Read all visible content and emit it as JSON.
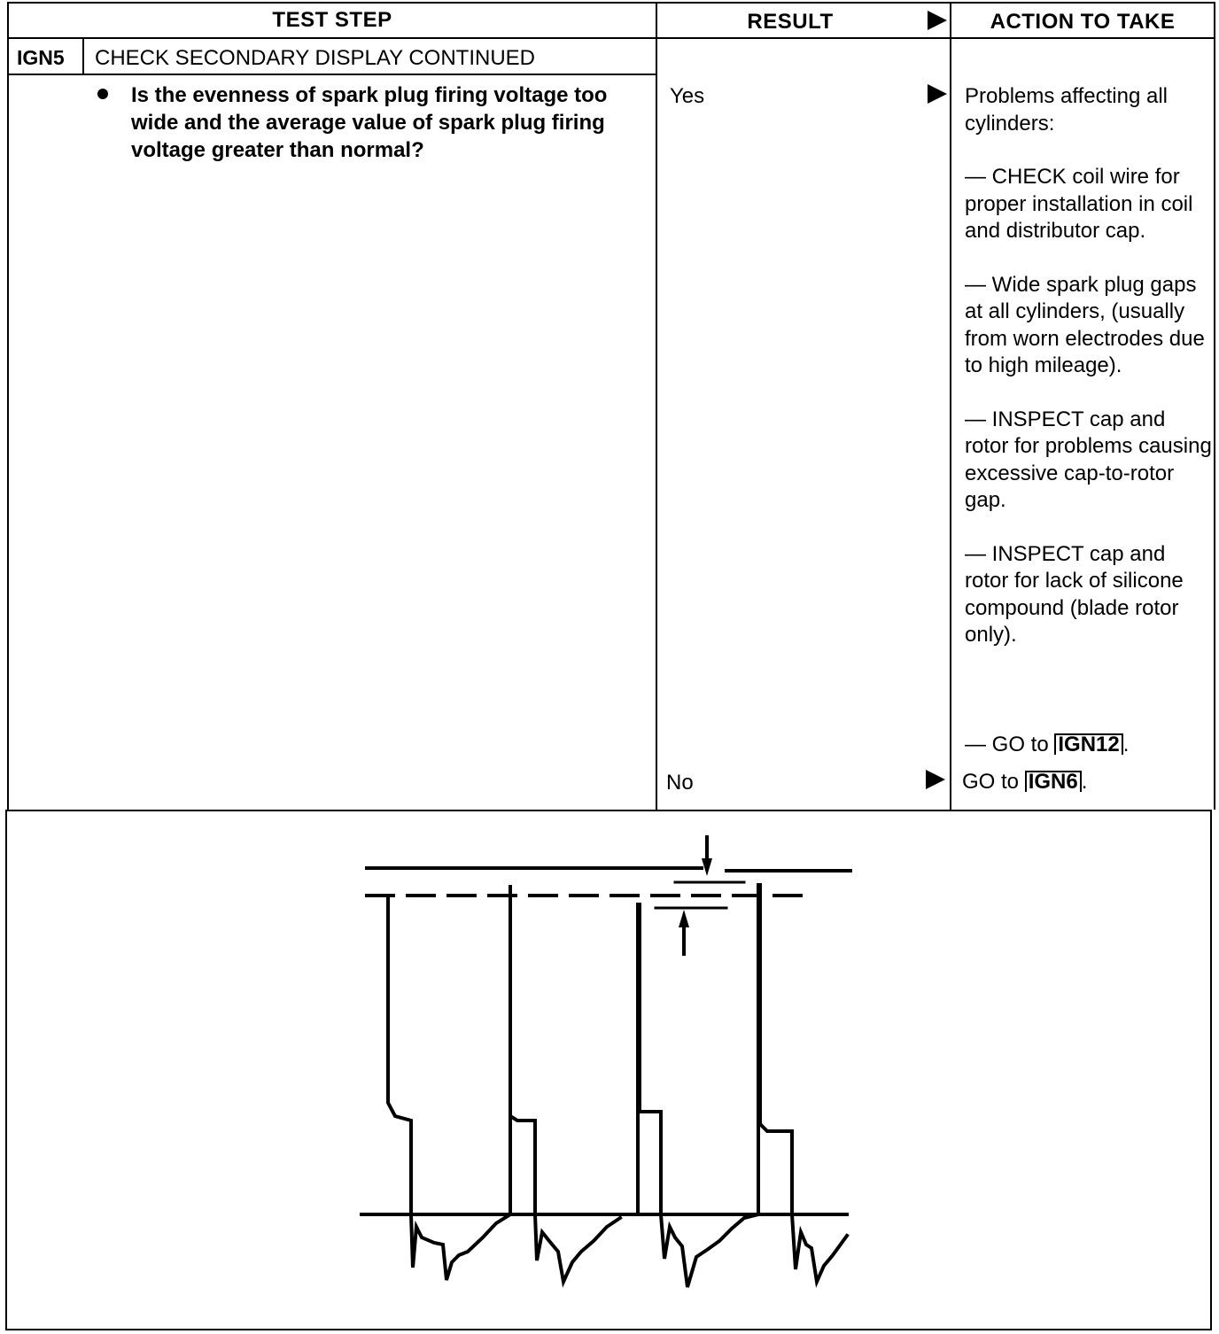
{
  "header": {
    "test_step": "TEST STEP",
    "result": "RESULT",
    "action": "ACTION TO TAKE"
  },
  "step": {
    "code": "IGN5",
    "title": "CHECK SECONDARY DISPLAY CONTINUED",
    "question": "Is the evenness of spark plug firing voltage too wide and the average value of spark plug firing voltage greater than normal?"
  },
  "results": {
    "yes": "Yes",
    "no": "No"
  },
  "actions": {
    "yes_intro": "Problems affecting all cylinders:",
    "yes_items": [
      "— CHECK coil wire for proper installation in coil and distributor cap.",
      "— Wide spark plug gaps at all cylinders, (usually from worn electrodes due to high mileage).",
      "— INSPECT cap and rotor for problems causing excessive cap-to-rotor gap.",
      "— INSPECT cap and rotor for lack of silicone compound (blade rotor only)."
    ],
    "yes_goto_prefix": "— GO to",
    "yes_goto_ref": "IGN12",
    "no_goto_prefix": "GO to",
    "no_goto_ref": "IGN6",
    "period": "."
  }
}
